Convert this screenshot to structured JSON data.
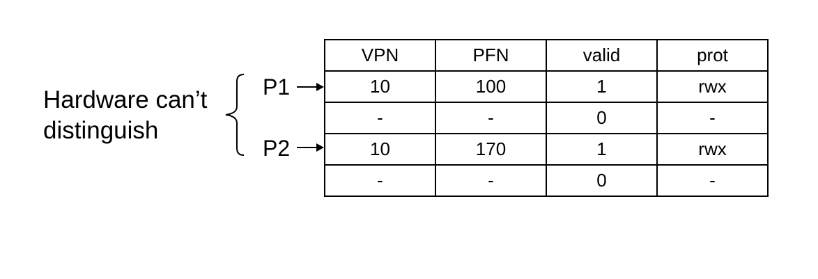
{
  "note": {
    "line1": "Hardware can’t",
    "line2": "distinguish"
  },
  "processes": [
    {
      "label": "P1"
    },
    {
      "label": "P2"
    }
  ],
  "table": {
    "headers": [
      "VPN",
      "PFN",
      "valid",
      "prot"
    ],
    "rows": [
      [
        "10",
        "100",
        "1",
        "rwx"
      ],
      [
        "-",
        "-",
        "0",
        "-"
      ],
      [
        "10",
        "170",
        "1",
        "rwx"
      ],
      [
        "-",
        "-",
        "0",
        "-"
      ]
    ]
  }
}
